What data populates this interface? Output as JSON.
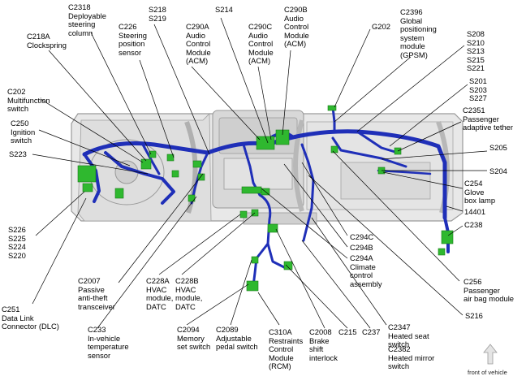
{
  "labels": {
    "c2318": "C2318\nDeployable\nsteering\ncolumn",
    "c218a": "C218A\nClockspring",
    "c226": "C226\nSteering\nposition\nsensor",
    "s218": "S218\nS219",
    "c290a": "C290A\nAudio\nControl\nModule\n(ACM)",
    "s214": "S214",
    "c290c": "C290C\nAudio\nControl\nModule\n(ACM)",
    "c290b": "C290B\nAudio\nControl\nModule\n(ACM)",
    "g202": "G202",
    "c2396": "C2396\nGlobal\npositioning\nsystem\nmodule\n(GPSM)",
    "s208": "S208\nS210\nS213\nS215\nS221",
    "s201": "S201\nS203\nS227",
    "c2351": "C2351\nPassenger\nadaptive tether",
    "c202": "C202\nMultifunction\nswitch",
    "c250": "C250\nIgnition\nswitch",
    "s223": "S223",
    "s205": "S205",
    "s204": "S204",
    "c254": "C254\nGlove\nbox lamp",
    "n14401": "14401",
    "c238": "C238",
    "s226": "S226\nS225\nS224\nS220",
    "c294c": "C294C",
    "c294b": "C294B",
    "c294a": "C294A\nClimate\ncontrol\nassembly",
    "c256": "C256\nPassenger\nair bag module",
    "s216": "S216",
    "c2007": "C2007\nPassive\nanti-theft\ntransceiver",
    "c228a": "C228A\nHVAC\nmodule,\nDATC",
    "c228b": "C228B\nHVAC\nmodule,\nDATC",
    "c251": "C251\nData Link\nConnector (DLC)",
    "c233": "C233\nIn-vehicle\ntemperature\nsensor",
    "c2094": "C2094\nMemory\nset switch",
    "c2089": "C2089\nAdjustable\npedal switch",
    "c310a": "C310A\nRestraints\nControl\nModule\n(RCM)",
    "c2008": "C2008\nBrake\nshift\ninterlock",
    "c215": "C215",
    "c237": "C237",
    "c2347": "C2347\nHeated seat\nswitch",
    "c2382": "C2382\nHeated mirror\nswitch",
    "front": "front of vehicle"
  },
  "colors": {
    "harness": "#1f2fb8",
    "connector": "#2fb82f",
    "panel": "#e6e6e6",
    "panel_edge": "#9a9a9a",
    "leader": "#000000"
  },
  "icons": {
    "front_arrow": "up-arrow-icon"
  }
}
